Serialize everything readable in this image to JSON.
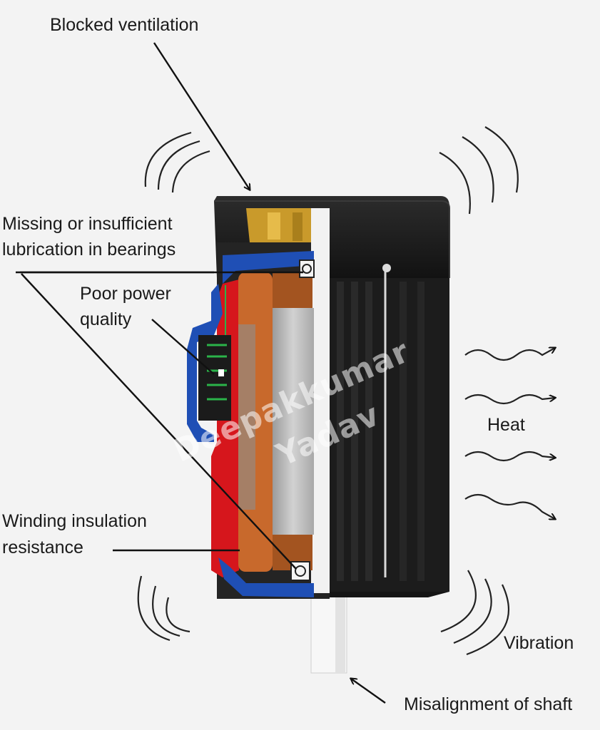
{
  "labels": {
    "blocked_ventilation": "Blocked ventilation",
    "lubrication_line1": "Missing or insufficient",
    "lubrication_line2": "lubrication in bearings",
    "power_line1": "Poor power",
    "power_line2": "quality",
    "winding_line1": "Winding insulation",
    "winding_line2": "resistance",
    "heat": "Heat",
    "vibration": "Vibration",
    "misalignment": "Misalignment of shaft"
  },
  "watermark": {
    "line1": "Deepakkumar",
    "line2": "Yadav"
  },
  "colors": {
    "housing": "#1f1f1f",
    "winding": "#c8692c",
    "end_shield_red": "#d6161c",
    "end_shield_blue": "#1f4fb5",
    "fan_gold": "#c99a2b",
    "rotor": "#b8b8b8",
    "shaft": "#f7f7f7"
  }
}
